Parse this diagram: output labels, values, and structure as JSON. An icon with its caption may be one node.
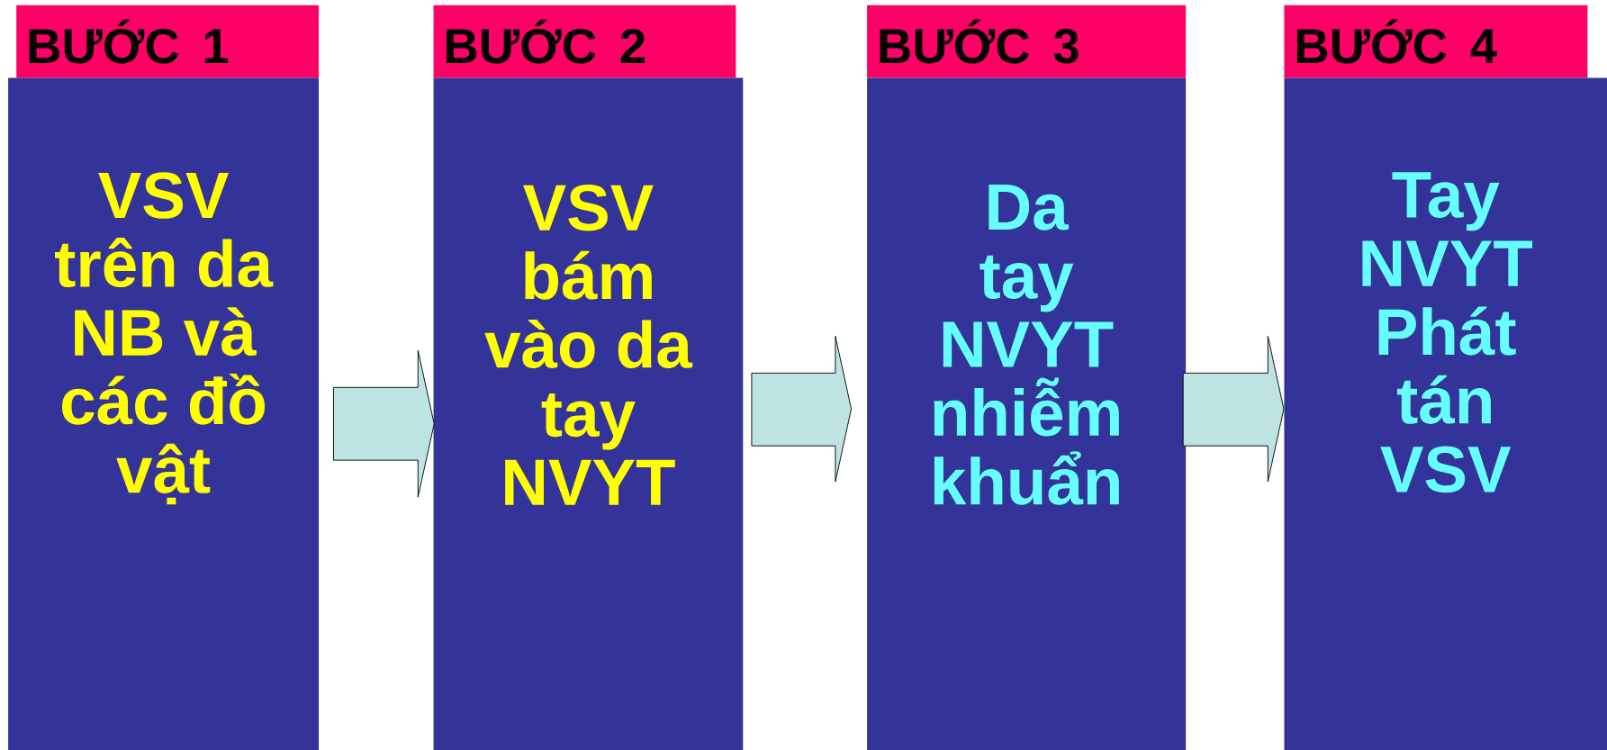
{
  "diagram": {
    "nodes": [
      {
        "text": [
          "BƯỚC 1"
        ]
      },
      {
        "text": [
          "VSV trên da NB và các đồ vật"
        ]
      },
      {
        "text": [
          "BƯỚC 2"
        ]
      },
      {
        "text": [
          "VSV bám vào da tay NVYT"
        ]
      },
      {
        "text": [
          "BƯỚC 3"
        ]
      },
      {
        "text": [
          "Da tay NVYT nhiễm khuẩn"
        ]
      },
      {
        "text": [
          "BƯỚC 4"
        ]
      },
      {
        "text": [
          "Tay NVYT Phát tán VSV"
        ]
      }
    ],
    "edges": [
      {
        "from": 1,
        "to": 3,
        "arrow": "to"
      },
      {
        "from": 3,
        "to": 5,
        "arrow": "to"
      },
      {
        "from": 5,
        "to": 7,
        "arrow": "to"
      }
    ]
  }
}
